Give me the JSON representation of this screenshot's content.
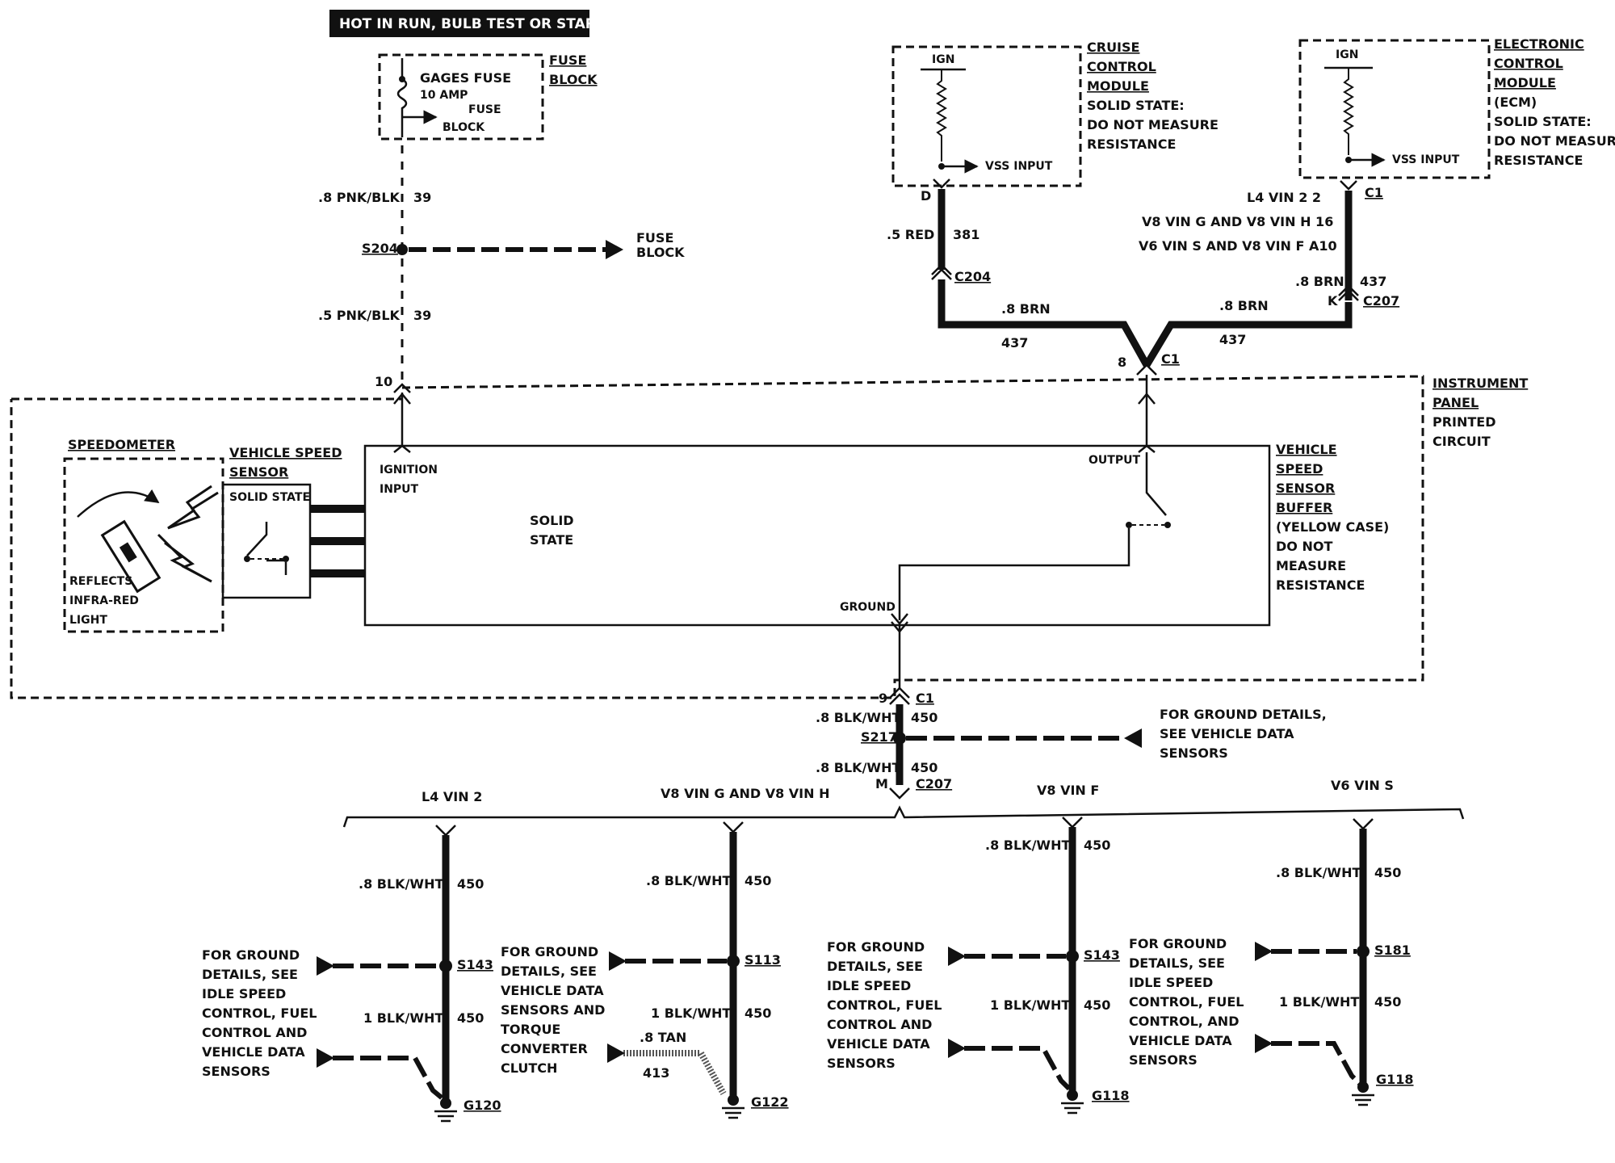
{
  "power": {
    "header": "HOT IN RUN, BULB TEST OR START",
    "fuse_name": "GAGES FUSE",
    "fuse_rating": "10 AMP",
    "fuse_inner": [
      "FUSE",
      "BLOCK"
    ],
    "fuse_block": [
      "FUSE",
      "BLOCK"
    ],
    "wire_top": {
      "size": ".8 PNK/BLK",
      "circuit": "39"
    },
    "splice": "S204",
    "splice_dest": [
      "FUSE",
      "BLOCK"
    ],
    "wire_bottom": {
      "size": ".5 PNK/BLK",
      "circuit": "39"
    },
    "pin": "10"
  },
  "cruise": {
    "ign": "IGN",
    "vss_input": "VSS INPUT",
    "title": [
      "CRUISE",
      "CONTROL",
      "MODULE"
    ],
    "note": [
      "SOLID STATE:",
      "DO NOT MEASURE",
      "RESISTANCE"
    ],
    "pin": "D",
    "wire": {
      "size": ".5 RED",
      "circuit": "381"
    },
    "connector": "C204"
  },
  "ecm": {
    "ign": "IGN",
    "vss_input": "VSS INPUT",
    "title": [
      "ELECTRONIC",
      "CONTROL",
      "MODULE"
    ],
    "note": [
      "(ECM)",
      "SOLID STATE:",
      "DO NOT MEASURE",
      "RESISTANCE"
    ],
    "connector": "C1",
    "pins": [
      "L4 VIN 2   2",
      "V8 VIN G AND V8 VIN H   16",
      "V6 VIN S AND V8 VIN F   A10"
    ],
    "wire": {
      "size": ".8 BRN",
      "circuit": "437"
    },
    "pin": "K",
    "connector2": "C207"
  },
  "brn_wires": {
    "left": {
      "size": ".8 BRN",
      "circuit": "437"
    },
    "right": {
      "size": ".8 BRN",
      "circuit": "437"
    },
    "pin": "8",
    "connector": "C1"
  },
  "ipc": {
    "title": [
      "INSTRUMENT",
      "PANEL",
      "PRINTED",
      "CIRCUIT"
    ],
    "speedometer": "SPEEDOMETER",
    "reflects": [
      "REFLECTS",
      "INFRA-RED",
      "LIGHT"
    ],
    "vss_title": [
      "VEHICLE SPEED",
      "SENSOR"
    ],
    "solid_state_small": "SOLID STATE",
    "ignition_input": [
      "IGNITION",
      "INPUT"
    ],
    "solid_state": [
      "SOLID",
      "STATE"
    ],
    "output": "OUTPUT",
    "ground": "GROUND",
    "buffer": [
      "VEHICLE",
      "SPEED",
      "SENSOR",
      "BUFFER"
    ],
    "buffer_note": [
      "(YELLOW CASE)",
      "DO NOT",
      "MEASURE",
      "RESISTANCE"
    ]
  },
  "ground_trunk": {
    "pin": "9",
    "connector": "C1",
    "wire1": {
      "size": ".8 BLK/WHT",
      "circuit": "450"
    },
    "splice": "S217",
    "note": [
      "FOR GROUND DETAILS,",
      "SEE VEHICLE DATA",
      "SENSORS"
    ],
    "wire2": {
      "size": ".8 BLK/WHT",
      "circuit": "450"
    },
    "pin2": "M",
    "connector2": "C207"
  },
  "branches": [
    {
      "title": "L4 VIN 2",
      "wire1": {
        "size": ".8 BLK/WHT",
        "circuit": "450"
      },
      "splice": "S143",
      "wire2": {
        "size": "1 BLK/WHT",
        "circuit": "450"
      },
      "ground": "G120",
      "note": [
        "FOR GROUND",
        "DETAILS, SEE",
        "IDLE SPEED",
        "CONTROL, FUEL",
        "CONTROL AND",
        "VEHICLE DATA",
        "SENSORS"
      ]
    },
    {
      "title": "V8 VIN G AND V8 VIN H",
      "wire1": {
        "size": ".8 BLK/WHT",
        "circuit": "450"
      },
      "splice": "S113",
      "wire2": {
        "size": "1 BLK/WHT",
        "circuit": "450"
      },
      "tan": {
        "size": ".8 TAN",
        "circuit": "413"
      },
      "ground": "G122",
      "note": [
        "FOR GROUND",
        "DETAILS, SEE",
        "VEHICLE DATA",
        "SENSORS AND",
        "TORQUE",
        "CONVERTER",
        "CLUTCH"
      ]
    },
    {
      "title": "V8 VIN F",
      "wire1": {
        "size": ".8 BLK/WHT",
        "circuit": "450"
      },
      "splice": "S143",
      "wire2": {
        "size": "1 BLK/WHT",
        "circuit": "450"
      },
      "ground": "G118",
      "note": [
        "FOR GROUND",
        "DETAILS, SEE",
        "IDLE SPEED",
        "CONTROL, FUEL",
        "CONTROL AND",
        "VEHICLE DATA",
        "SENSORS"
      ]
    },
    {
      "title": "V6 VIN S",
      "wire1": {
        "size": ".8 BLK/WHT",
        "circuit": "450"
      },
      "splice": "S181",
      "wire2": {
        "size": "1 BLK/WHT",
        "circuit": "450"
      },
      "ground": "G118",
      "note": [
        "FOR GROUND",
        "DETAILS, SEE",
        "IDLE SPEED",
        "CONTROL, FUEL",
        "CONTROL, AND",
        "VEHICLE DATA",
        "SENSORS"
      ]
    }
  ]
}
